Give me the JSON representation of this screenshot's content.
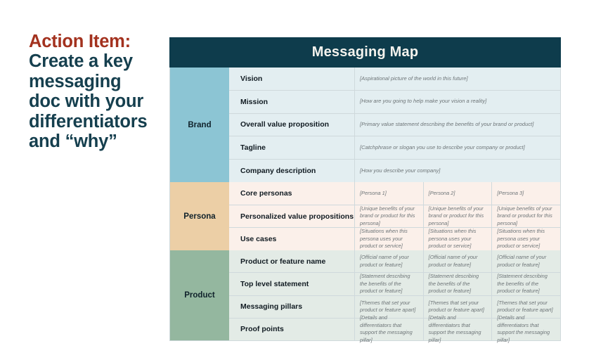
{
  "callout": {
    "lines": [
      {
        "text": "Action Item:",
        "accent": true
      },
      {
        "text": "Create a key",
        "accent": false
      },
      {
        "text": "messaging",
        "accent": false
      },
      {
        "text": "doc with your",
        "accent": false
      },
      {
        "text": "differentiators",
        "accent": false
      },
      {
        "text": "and “why”",
        "accent": false
      }
    ]
  },
  "colors": {
    "header_bg": "#0e3c4c",
    "header_text": "#f4f3ee",
    "accent_red": "#a3321f",
    "body_teal": "#153f4e",
    "brand_label": "#8cc5d4",
    "brand_tint": "#e3eef1",
    "persona_label": "#eccfa6",
    "persona_tint": "#fbf0ea",
    "product_label": "#94b79f",
    "product_tint": "#e3ebe6",
    "grid_line": "#cfd9dc"
  },
  "table": {
    "title": "Messaging Map",
    "sections": [
      {
        "label": "Brand",
        "rows": [
          {
            "label": "Vision",
            "cells": [
              "[Aspirational picture of the world in this future]"
            ]
          },
          {
            "label": "Mission",
            "cells": [
              "[How are you going to help make your vision a reality]"
            ]
          },
          {
            "label": "Overall value proposition",
            "cells": [
              "[Primary value statement describing the benefits of your brand or product]"
            ]
          },
          {
            "label": "Tagline",
            "cells": [
              "[Catchphrase or slogan you use to describe your company or product]"
            ]
          },
          {
            "label": "Company description",
            "cells": [
              "[How you describe your company]"
            ]
          }
        ]
      },
      {
        "label": "Persona",
        "rows": [
          {
            "label": "Core personas",
            "cells": [
              "[Persona 1]",
              "[Persona 2]",
              "[Persona 3]"
            ]
          },
          {
            "label": "Personalized value propositions",
            "cells": [
              "[Unique benefits of your brand or product for this persona]",
              "[Unique benefits of your brand or product for this persona]",
              "[Unique benefits of your brand or product for this persona]"
            ]
          },
          {
            "label": "Use cases",
            "cells": [
              "[Situations when this persona uses your product or service]",
              "[Situations when this persona uses your product or service]",
              "[Situations when this persona uses your product or service]"
            ]
          }
        ]
      },
      {
        "label": "Product",
        "rows": [
          {
            "label": "Product or feature name",
            "cells": [
              "[Official name of your product or feature]",
              "[Official name of your product or feature]",
              "[Official name of your product or feature]"
            ]
          },
          {
            "label": "Top level statement",
            "cells": [
              "[Statement describing the benefits of the product or feature]",
              "[Statement describing the benefits of the product or feature]",
              "[Statement describing the benefits of the product or feature]"
            ]
          },
          {
            "label": "Messaging pillars",
            "cells": [
              "[Themes that set your product or feature apart]",
              "[Themes that set your product or feature apart]",
              "[Themes that set your product or feature apart]"
            ]
          },
          {
            "label": "Proof points",
            "cells": [
              "[Details and differentiators that support the messaging pillar]",
              "[Details and differentiators that support the messaging pillar]",
              "[Details and differentiators that support the messaging pillar]"
            ]
          }
        ]
      }
    ]
  }
}
